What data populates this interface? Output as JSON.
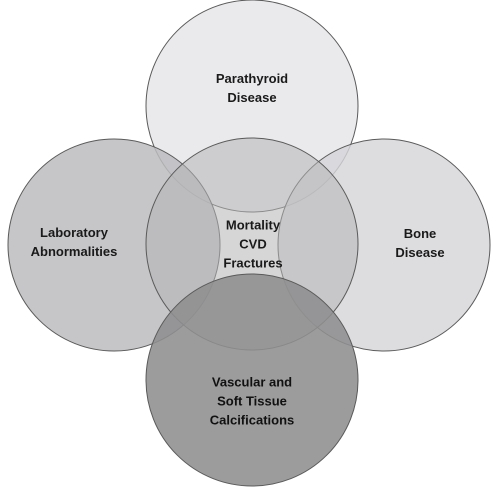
{
  "diagram": {
    "top": {
      "lines": [
        "Parathyroid",
        "Disease"
      ],
      "color": "#e6e6ea"
    },
    "left": {
      "lines": [
        "Laboratory",
        "Abnormalities"
      ],
      "color": "#bcbcbf"
    },
    "right": {
      "lines": [
        "Bone",
        "Disease"
      ],
      "color": "#d6d6d9"
    },
    "bottom": {
      "lines": [
        "Vascular and",
        "Soft Tissue",
        "Calcifications"
      ],
      "color": "#8e8e90"
    },
    "center": {
      "lines": [
        "Mortality",
        "CVD",
        "Fractures"
      ],
      "color": "#b4b4b7"
    }
  }
}
